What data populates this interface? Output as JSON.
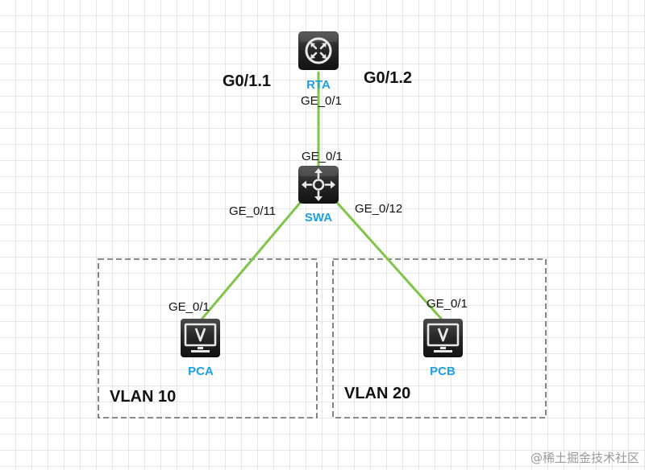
{
  "devices": {
    "router": {
      "name": "RTA",
      "icon": "router-icon"
    },
    "switch": {
      "name": "SWA",
      "icon": "layer3-switch-icon"
    },
    "pc_a": {
      "name": "PCA",
      "icon": "pc-monitor-icon"
    },
    "pc_b": {
      "name": "PCB",
      "icon": "pc-monitor-icon"
    }
  },
  "subinterfaces": {
    "left": "G0/1.1",
    "right": "G0/1.2"
  },
  "ports": {
    "rta_uplink": "GE_0/1",
    "swa_uplink": "GE_0/1",
    "swa_to_pca": "GE_0/11",
    "swa_to_pcb": "GE_0/12",
    "pca": "GE_0/1",
    "pcb": "GE_0/1"
  },
  "vlans": {
    "left": "VLAN 10",
    "right": "VLAN 20"
  },
  "watermark": "@稀土掘金技术社区",
  "colors": {
    "link": "#7fc548",
    "device_name": "#1ba1e2",
    "device_body": "#2a2a2a",
    "vlan_border": "#666666",
    "grid": "#e6e6e6"
  }
}
